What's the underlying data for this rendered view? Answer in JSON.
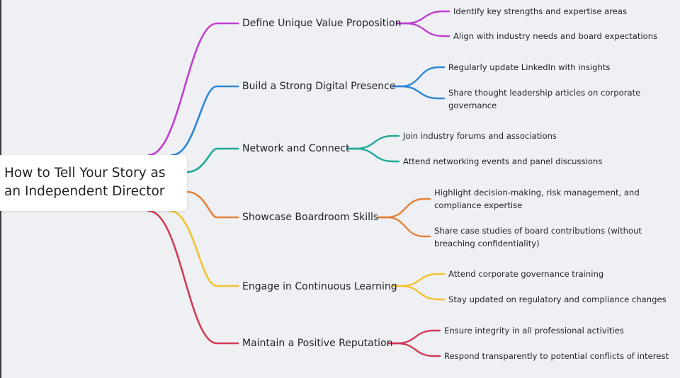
{
  "root": {
    "title": "How to Tell Your Story as an Independent Director"
  },
  "branches": [
    {
      "label": "Define Unique Value Proposition",
      "color": "#c03fd0",
      "leaves": [
        "Identify key strengths and expertise areas",
        "Align with industry needs and board expectations"
      ]
    },
    {
      "label": "Build a Strong Digital Presence",
      "color": "#2e86d6",
      "leaves": [
        "Regularly update LinkedIn with insights",
        "Share thought leadership articles on corporate governance"
      ]
    },
    {
      "label": "Network and Connect",
      "color": "#1fa89a",
      "leaves": [
        "Join industry forums and associations",
        "Attend networking events and panel discussions"
      ]
    },
    {
      "label": "Showcase Boardroom Skills",
      "color": "#e4823b",
      "leaves": [
        "Highlight decision-making, risk management, and compliance expertise",
        "Share case studies of board contributions (without breaching confidentiality)"
      ]
    },
    {
      "label": "Engage in Continuous Learning",
      "color": "#f2c230",
      "leaves": [
        "Attend corporate governance training",
        "Stay updated on regulatory and compliance changes"
      ]
    },
    {
      "label": "Maintain a Positive Reputation",
      "color": "#d23a55",
      "leaves": [
        "Ensure integrity in all professional activities",
        "Respond transparently to potential conflicts of interest"
      ]
    }
  ]
}
